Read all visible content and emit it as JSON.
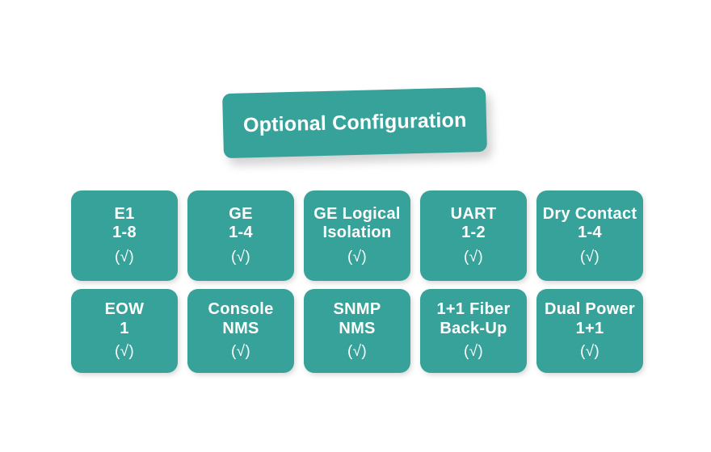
{
  "banner": {
    "title": "Optional Configuration",
    "color": "#37a29a",
    "text_color": "#ffffff"
  },
  "theme": {
    "tile_color": "#37a29a",
    "tile_text_color": "#ffffff",
    "background": "#ffffff"
  },
  "grid": {
    "rows": [
      {
        "cards": [
          {
            "title": "E1",
            "sub": "1-8",
            "check": "(√)"
          },
          {
            "title": "GE",
            "sub": "1-4",
            "check": "(√)"
          },
          {
            "title": "GE Logical",
            "sub": "Isolation",
            "check": "(√)"
          },
          {
            "title": "UART",
            "sub": "1-2",
            "check": "(√)"
          },
          {
            "title": "Dry Contact",
            "sub": "1-4",
            "check": "(√)"
          }
        ]
      },
      {
        "cards": [
          {
            "title": "EOW",
            "sub": "1",
            "check": "(√)"
          },
          {
            "title": "Console",
            "sub": "NMS",
            "check": "(√)"
          },
          {
            "title": "SNMP",
            "sub": "NMS",
            "check": "(√)"
          },
          {
            "title": "1+1 Fiber",
            "sub": "Back-Up",
            "check": "(√)"
          },
          {
            "title": "Dual Power",
            "sub": "1+1",
            "check": "(√)"
          }
        ]
      }
    ]
  }
}
